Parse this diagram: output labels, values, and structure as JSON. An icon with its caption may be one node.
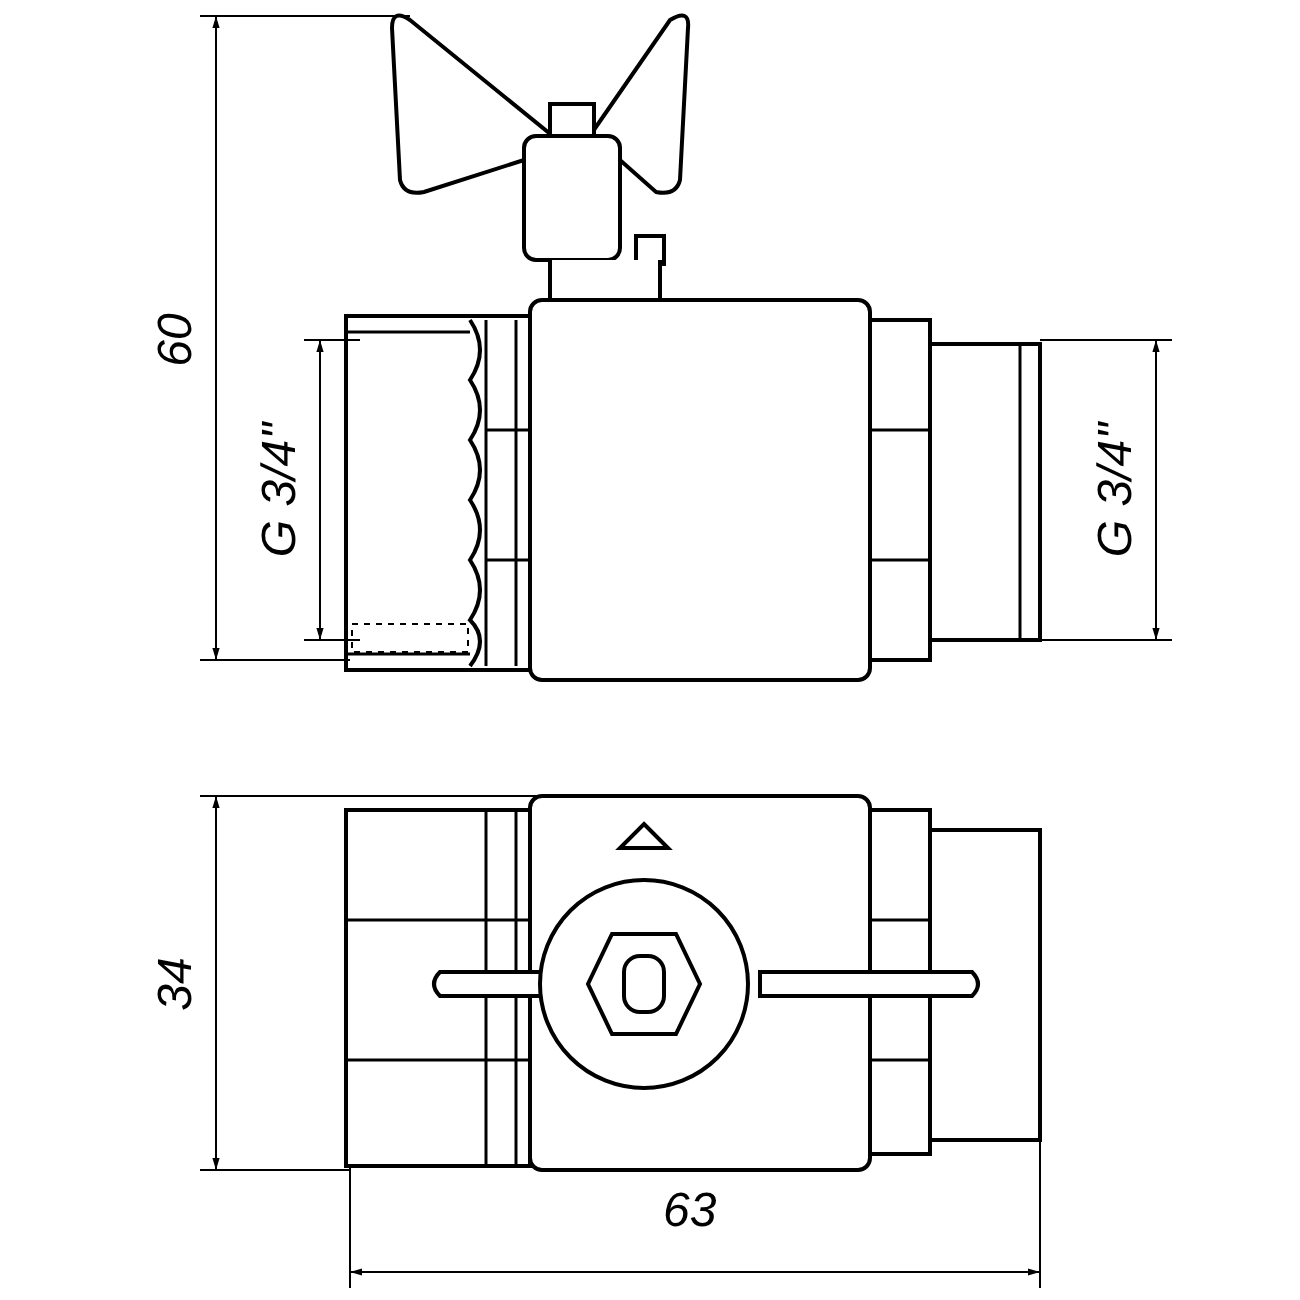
{
  "diagram": {
    "labels": [
      "60",
      "G 3/4\"",
      "G 3/4\"",
      "34",
      "63"
    ]
  }
}
